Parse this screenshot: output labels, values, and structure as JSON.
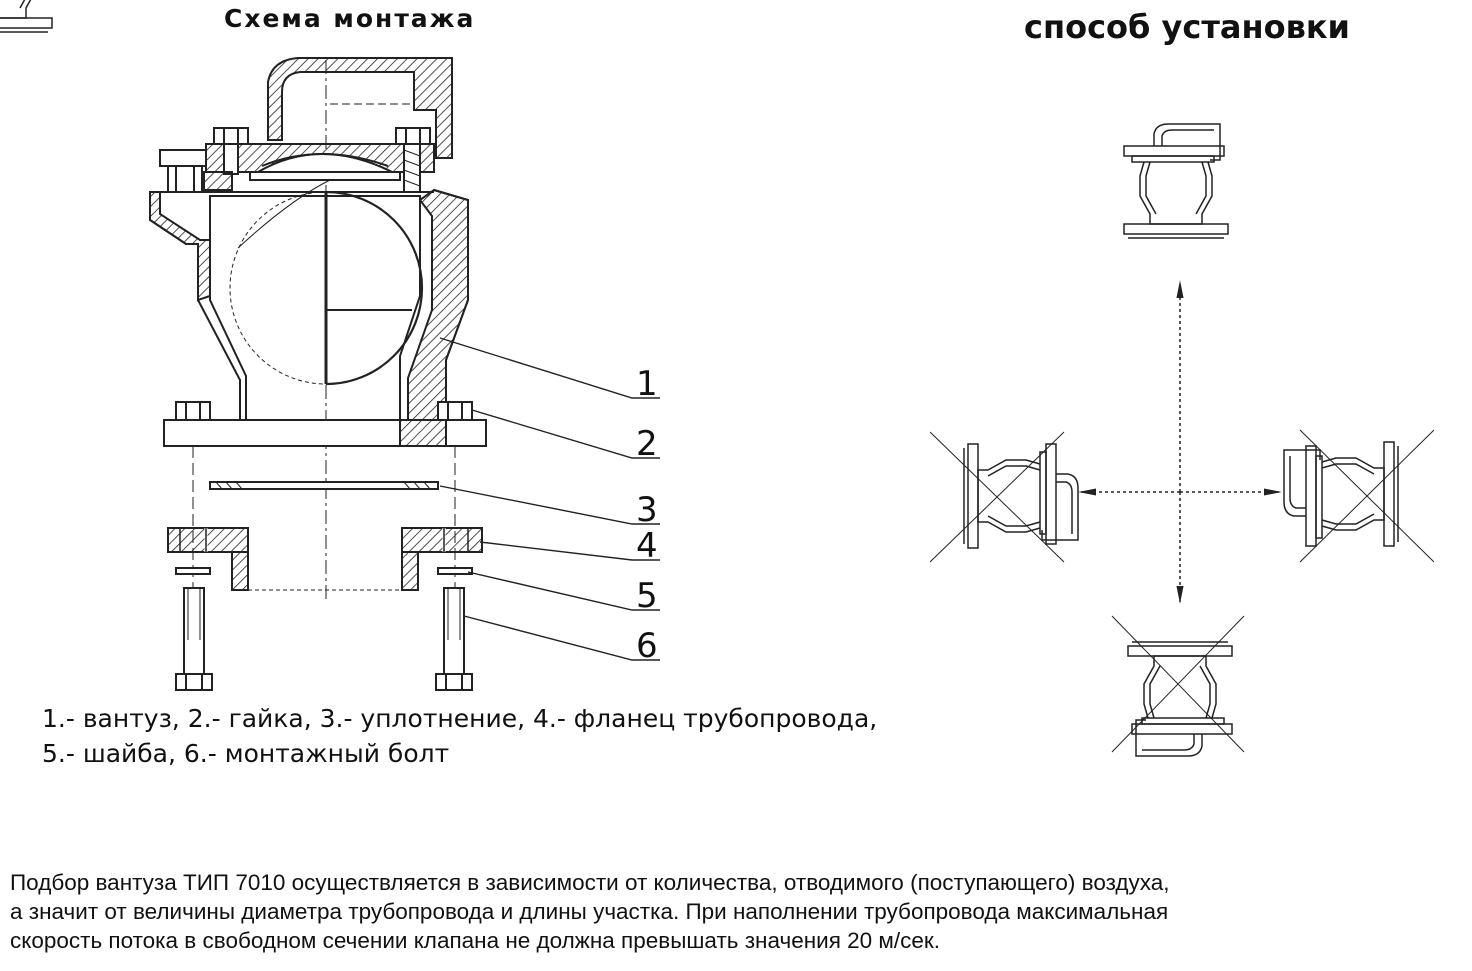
{
  "titles": {
    "assembly": "Схема монтажа",
    "installation": "способ установки"
  },
  "callouts": [
    "1",
    "2",
    "3",
    "4",
    "5",
    "6"
  ],
  "legend": {
    "line1": "1.- вантуз, 2.- гайка, 3.- уплотнение, 4.- фланец трубопровода,",
    "line2": "5.- шайба, 6.- монтажный болт"
  },
  "description": {
    "line1": "Подбор вантуза ТИП 7010 осуществляется в зависимости от количества, отводимого (поступающего) воздуха,",
    "line2": "а значит от величины диаметра трубопровода и длины участка. При наполнении трубопровода максимальная",
    "line3": "скорость потока в свободном сечении клапана не должна превышать значения 20 м/сек."
  },
  "orientations": [
    {
      "position": "up",
      "allowed": true
    },
    {
      "position": "left",
      "allowed": false
    },
    {
      "position": "right",
      "allowed": false
    },
    {
      "position": "down",
      "allowed": false
    }
  ]
}
